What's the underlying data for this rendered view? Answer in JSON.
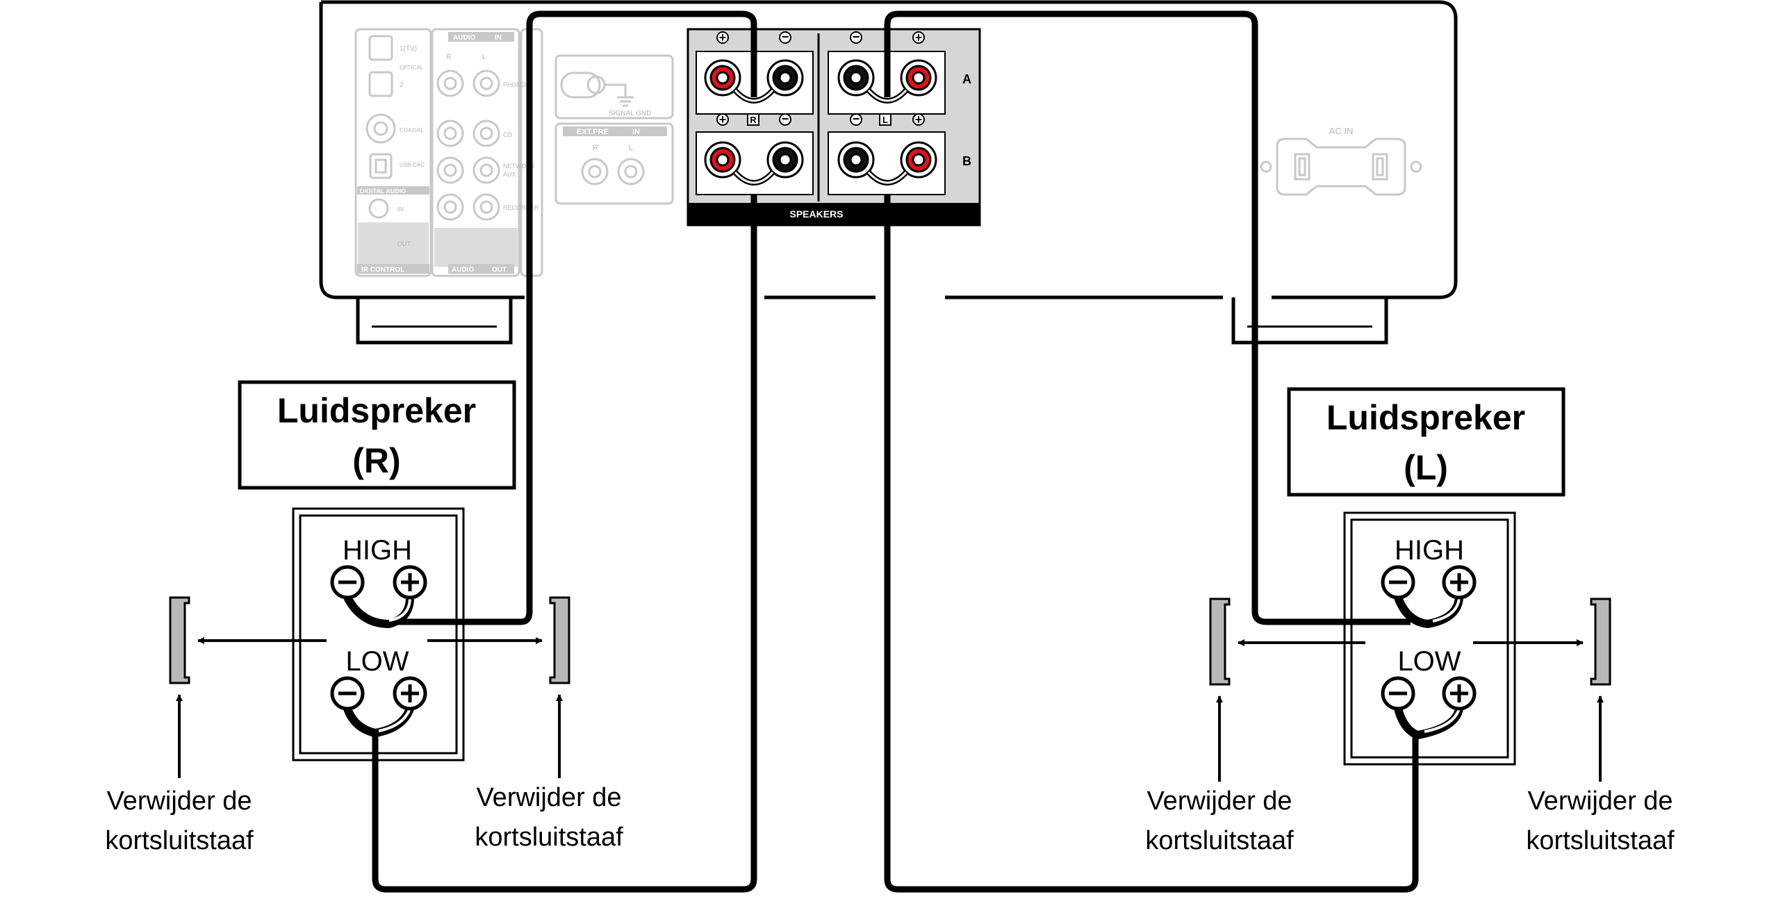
{
  "amplifier": {
    "audio_in_header": "AUDIO",
    "in_tag": "IN",
    "out_tag": "OUT",
    "ch_r": "R",
    "ch_l": "L",
    "optical_1": "1(TV)",
    "optical_word": "OPTICAL",
    "optical_2": "2",
    "coaxial": "COAXIAL",
    "usb_dac": "USB-DAC",
    "digital_audio_in": "DIGITAL AUDIO",
    "phono": "PHONO",
    "cd": "CD",
    "network_1": "NETWORK",
    "network_2": "AUX",
    "recorder": "RECORDER",
    "ir_in": "IN",
    "ir_out": "OUT",
    "ir_control": "IR CONTROL",
    "audio_out": "AUDIO",
    "signal_gnd": "SIGNAL GND",
    "ext_pre": "EXT.PRE",
    "speakers": "SPEAKERS",
    "row_a": "A",
    "row_b": "B",
    "ac_in": "AC IN"
  },
  "speaker_r": {
    "title_line1": "Luidspreker",
    "title_line2": "(R)",
    "high": "HIGH",
    "low": "LOW",
    "note_left_1": "Verwijder de",
    "note_left_2": "kortsluitstaaf",
    "note_right_1": "Verwijder de",
    "note_right_2": "kortsluitstaaf"
  },
  "speaker_l": {
    "title_line1": "Luidspreker",
    "title_line2": "(L)",
    "high": "HIGH",
    "low": "LOW",
    "note_left_1": "Verwijder de",
    "note_left_2": "kortsluitstaaf",
    "note_right_1": "Verwijder de",
    "note_right_2": "kortsluitstaaf"
  },
  "colors": {
    "line": "#000000",
    "faded": "#c8c8c8",
    "terminal_red": "#d9141a",
    "bar_gray": "#b8b8b8",
    "panel_gray": "#d6d6d6"
  }
}
